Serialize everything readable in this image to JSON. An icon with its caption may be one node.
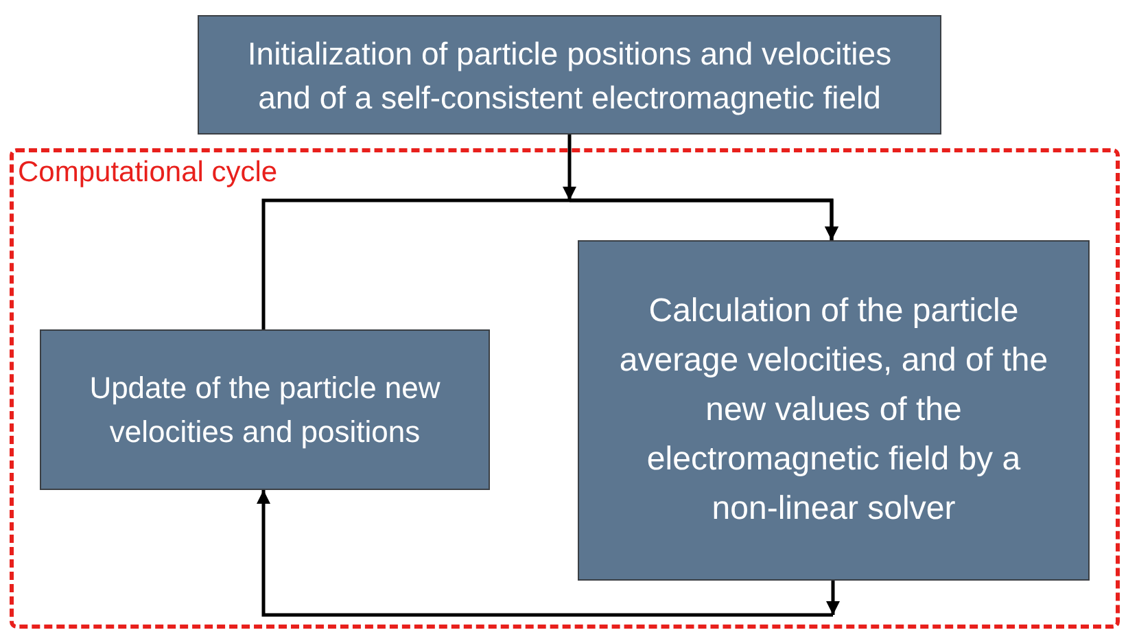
{
  "diagram": {
    "nodes": [
      {
        "text": [
          "Initialization of particle positions and velocities and of a self-consistent electromagnetic field"
        ]
      },
      {
        "text": [
          "Computational cycle"
        ]
      },
      {
        "text": [
          "Update of the particle new velocities and positions"
        ],
        "in": 1
      },
      {
        "text": [
          "Calculation of the particle average velocities, and of the new values of the electromagnetic field by a non-linear solver"
        ],
        "in": 1
      }
    ],
    "edges": [
      {
        "from": 0,
        "to": 3,
        "arrow": "to"
      },
      {
        "from": 2,
        "to": 3,
        "arrow": "to"
      },
      {
        "from": 3,
        "to": 2,
        "arrow": "to"
      }
    ]
  }
}
